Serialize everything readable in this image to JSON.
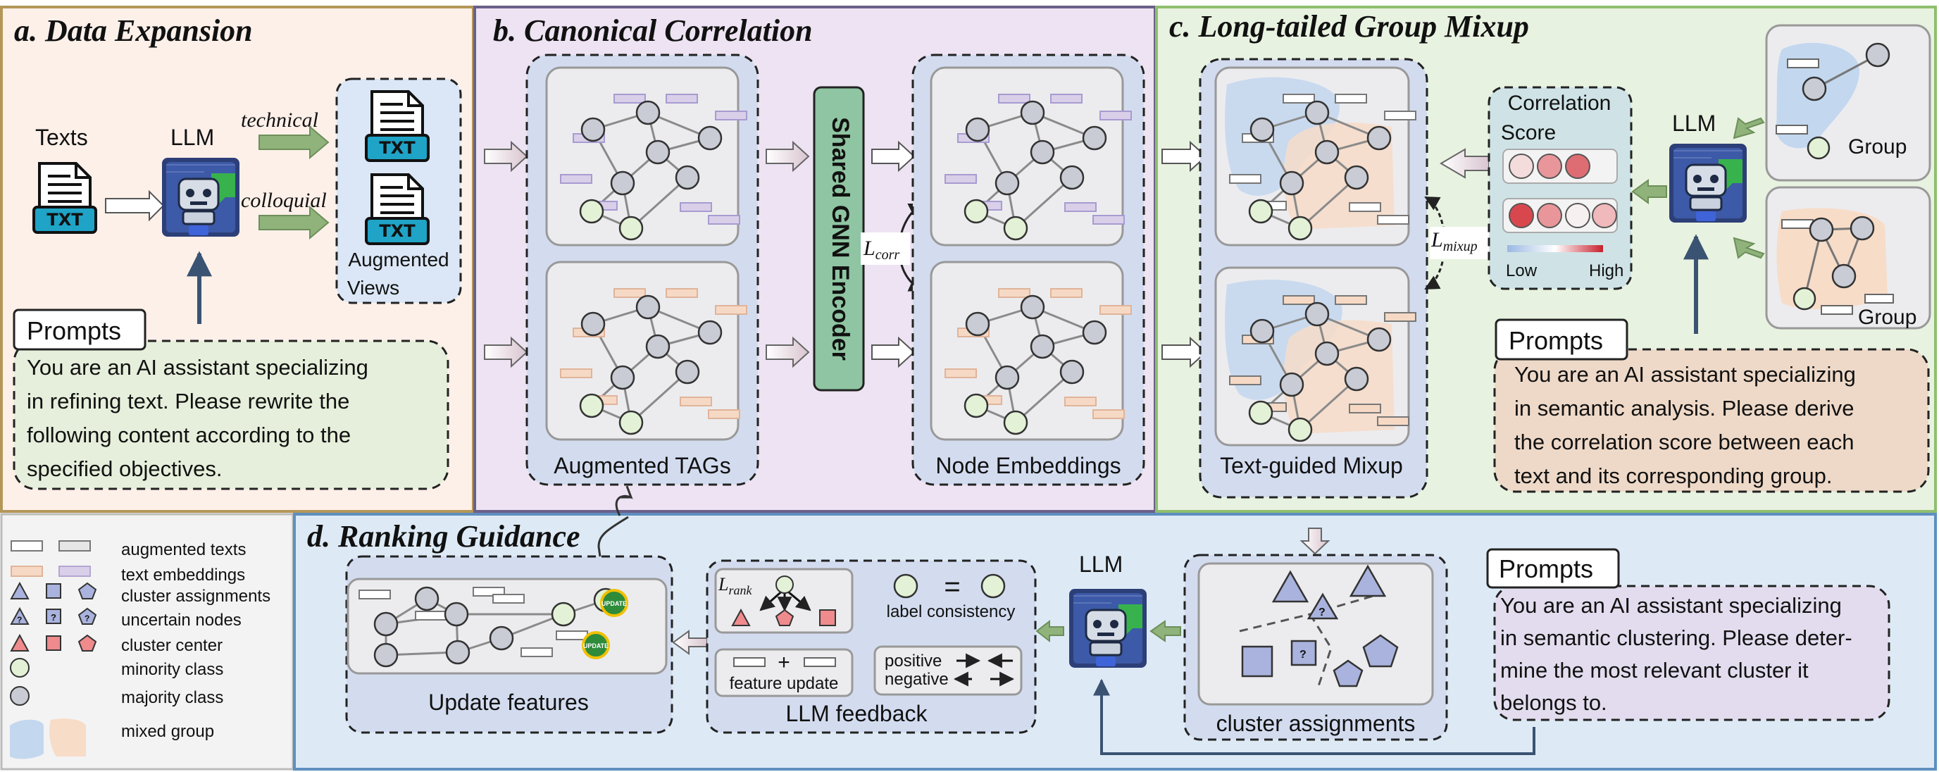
{
  "panels": {
    "a": {
      "title": "a. Data Expansion"
    },
    "b": {
      "title": "b. Canonical Correlation"
    },
    "c": {
      "title": "c. Long-tailed Group Mixup"
    },
    "d": {
      "title": "d. Ranking Guidance"
    }
  },
  "panel_a": {
    "texts_label": "Texts",
    "llm_label": "LLM",
    "technical": "technical",
    "colloquial": "colloquial",
    "file_label": "TXT",
    "augmented_views": [
      "Augmented",
      "Views"
    ],
    "prompts_title": "Prompts",
    "prompt_lines": [
      "You are an AI assistant specializing",
      "in refining text. Please rewrite the",
      "following content according to the",
      "specified objectives."
    ]
  },
  "panel_b": {
    "encoder": "Shared GNN Encoder",
    "loss_corr": "L",
    "loss_corr_sub": "corr",
    "augmented_tags": "Augmented TAGs",
    "node_embeddings": "Node Embeddings"
  },
  "panel_c": {
    "text_guided": "Text-guided Mixup",
    "loss_mixup": "L",
    "loss_mixup_sub": "mixup",
    "correlation_score": [
      "Correlation",
      "Score"
    ],
    "low": "Low",
    "high": "High",
    "llm_label": "LLM",
    "group1": "Group",
    "group2": "Group",
    "prompts_title": "Prompts",
    "prompt_lines": [
      "You are an AI assistant specializing",
      "in semantic analysis. Please derive",
      "the correlation score between each",
      "text and its corresponding group."
    ]
  },
  "legend": {
    "items": [
      "augmented texts",
      "text embeddings",
      "cluster assignments",
      "uncertain nodes",
      "cluster center",
      "minority class",
      "majority class",
      "mixed group"
    ],
    "question_mark": "?"
  },
  "panel_d": {
    "update_features": "Update features",
    "update_badge": "UPDATE",
    "loss_rank": "L",
    "loss_rank_sub": "rank",
    "equals": "=",
    "label_consistency": "label consistency",
    "plus": "+",
    "feature_update": "feature update",
    "positive": "positive",
    "negative": "negative",
    "llm_feedback": "LLM feedback",
    "llm_label": "LLM",
    "cluster_assignments": "cluster assignments",
    "prompts_title": "Prompts",
    "prompt_lines": [
      "You are an AI assistant specializing",
      "in semantic clustering. Please deter-",
      "mine the most relevant cluster it",
      "belongs to."
    ]
  },
  "colors": {
    "panel_a_bg": "#fdf0e9",
    "panel_b_bg": "#ede3f2",
    "panel_c_bg": "#e8f2e0",
    "panel_d_bg": "#ddeaf6",
    "legend_bg": "#f3f3f3",
    "node_grey": "#c9ccd4",
    "node_green": "#e3f2d6",
    "cluster_blue": "#a9b3dd",
    "cluster_red": "#ef8a8d",
    "encoder_green": "#8fc5a2"
  }
}
